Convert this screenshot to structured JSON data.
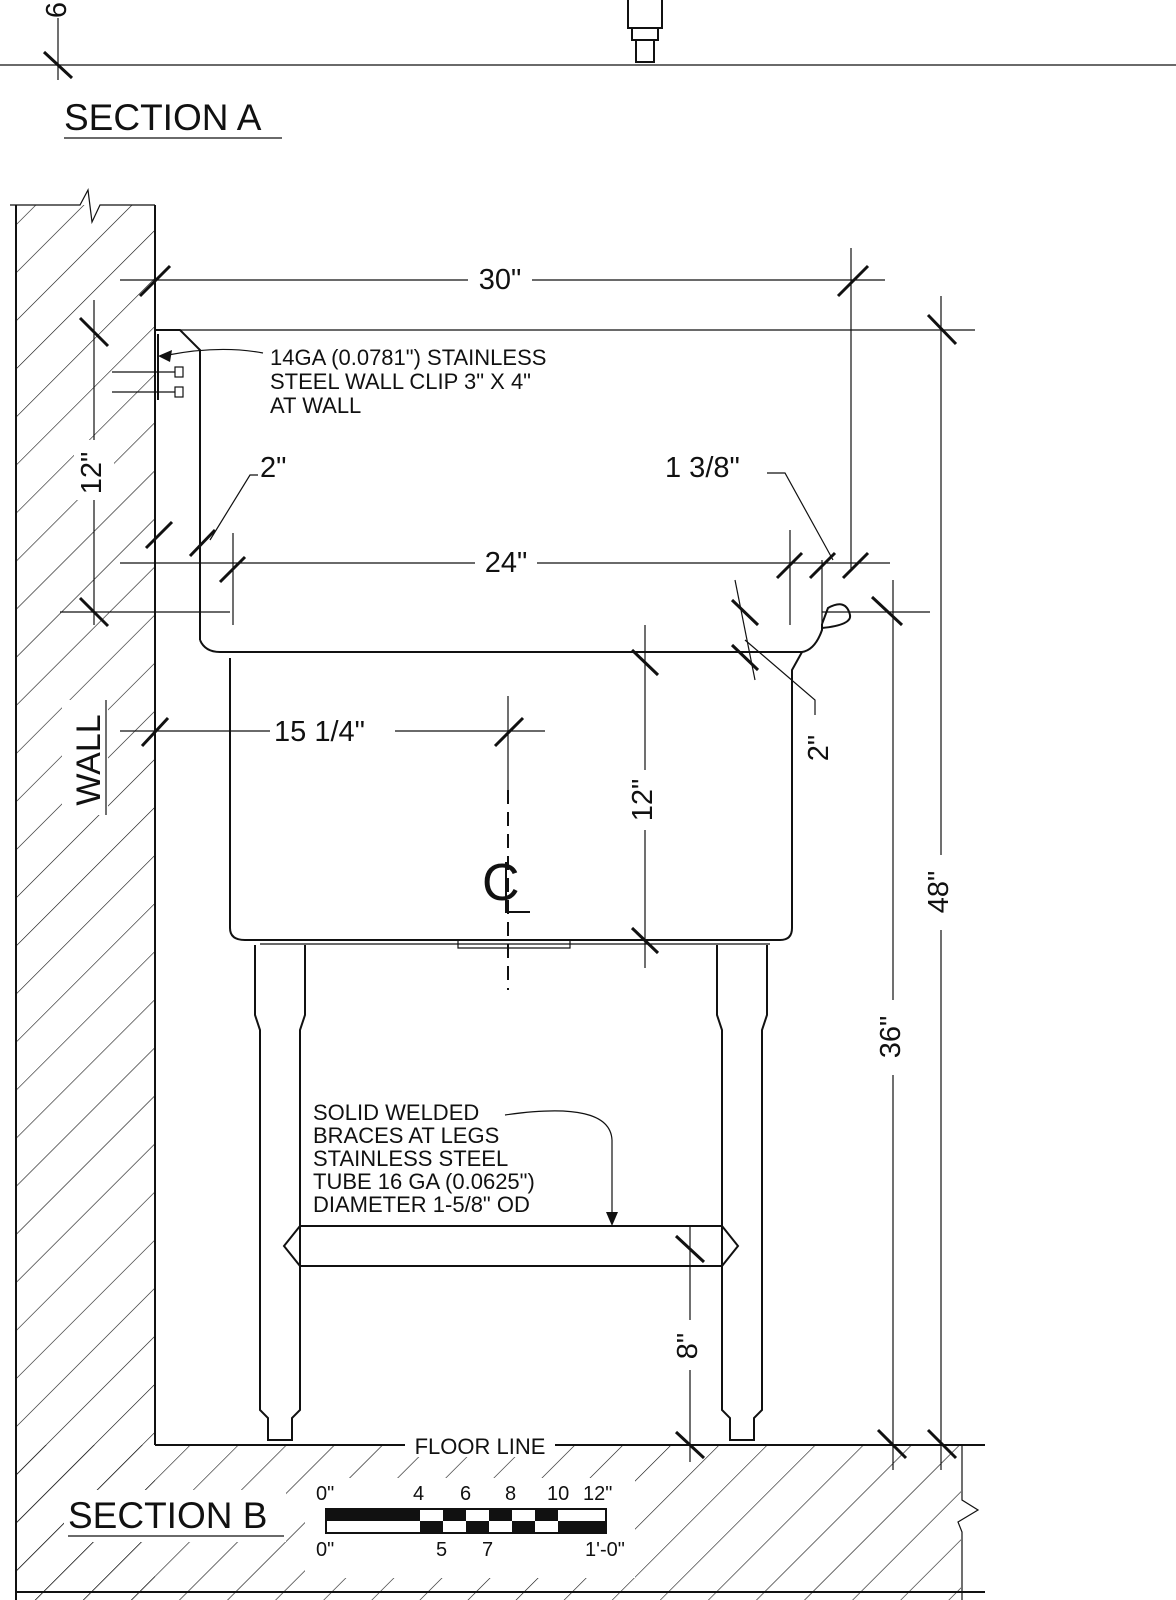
{
  "section_a": {
    "title": "SECTION A"
  },
  "section_b": {
    "title": "SECTION B"
  },
  "wall_label": "WALL",
  "top_clip_digit": "6",
  "centerline_symbol": "CL",
  "dimensions": {
    "overall_width": "30\"",
    "bowl_width": "24\"",
    "backsplash_return": "2\"",
    "front_lip": "1 3/8\"",
    "backsplash_height": "12\"",
    "centerline_offset": "15 1/4\"",
    "bowl_depth": "12\"",
    "rim_drop": "2\"",
    "overall_height": "48\"",
    "counter_height": "36\"",
    "brace_height": "8\""
  },
  "notes": {
    "wall_clip": [
      "14GA (0.0781\") STAINLESS",
      "STEEL WALL CLIP 3\" X 4\"",
      "AT WALL"
    ],
    "braces": [
      "SOLID WELDED",
      "BRACES AT LEGS",
      "STAINLESS STEEL",
      "TUBE 16 GA (0.0625\")",
      "DIAMETER 1-5/8\" OD"
    ]
  },
  "floor_line_label": "FLOOR LINE",
  "scale_bar": {
    "top_labels": [
      "0\"",
      "4",
      "6",
      "8",
      "10",
      "12\""
    ],
    "bottom_labels": [
      "0\"",
      "5",
      "7",
      "1'-0\""
    ]
  }
}
